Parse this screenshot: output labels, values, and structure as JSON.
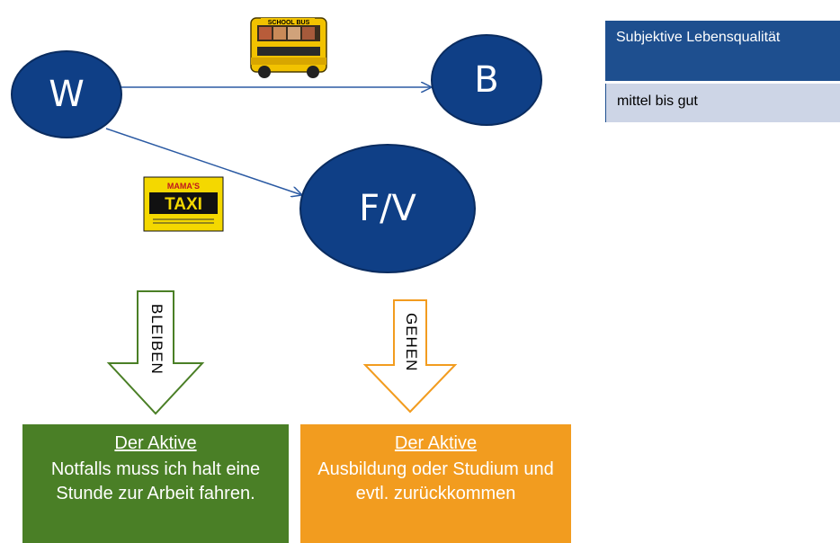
{
  "nodes": {
    "w": "W",
    "b": "B",
    "fv": "F/V"
  },
  "transport_icons": [
    {
      "name": "school-bus",
      "text": "SCHOOL BUS"
    },
    {
      "name": "mamas-taxi",
      "text_top": "MAMA'S",
      "text_main": "TAXI"
    }
  ],
  "arrows": {
    "left_label": "BLEIBEN",
    "right_label": "GEHEN",
    "left_color": "#4a7f26",
    "right_color": "#f29c1f"
  },
  "info": {
    "header": "Subjektive Lebensqualität",
    "value": "mittel bis gut"
  },
  "types": [
    {
      "title": "Der Aktive",
      "desc": "Notfalls muss ich halt eine Stunde zur Arbeit fahren.",
      "color": "#4a7f26"
    },
    {
      "title": "Der Aktive",
      "desc": "Ausbildung oder Studium und evtl. zurückkommen",
      "color": "#f29c1f"
    }
  ],
  "colors": {
    "node_fill": "#0f3f86",
    "node_stroke": "#0a2c60",
    "edge": "#2b5aa3"
  }
}
